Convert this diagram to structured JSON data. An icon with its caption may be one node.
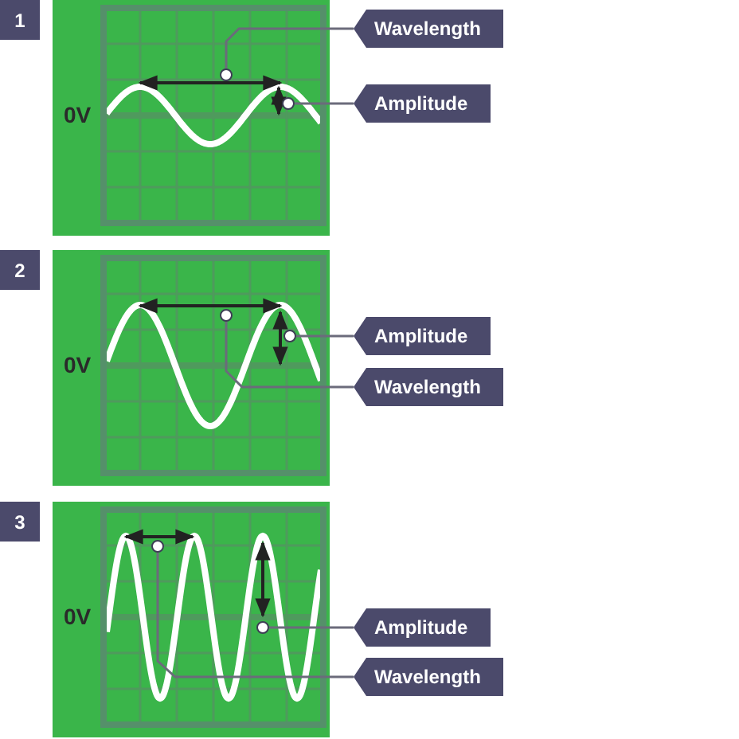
{
  "diagram": {
    "nodes": [
      {
        "text": [
          "1"
        ]
      },
      {
        "text": [
          "0V"
        ]
      },
      {
        "text": [],
        "shape": "circle",
        "in": 1
      },
      {
        "text": [],
        "shape": "circle",
        "in": 1
      },
      {
        "text": [
          "Wavelength"
        ]
      },
      {
        "text": [
          "Amplitude"
        ]
      },
      {
        "text": [
          "2"
        ]
      },
      {
        "text": [
          "0V"
        ]
      },
      {
        "text": [],
        "shape": "circle",
        "in": 7
      },
      {
        "text": [],
        "shape": "circle",
        "in": 7
      },
      {
        "text": [
          "Amplitude"
        ]
      },
      {
        "text": [
          "Wavelength"
        ]
      },
      {
        "text": [
          "3"
        ]
      },
      {
        "text": [
          "0V"
        ]
      },
      {
        "text": [],
        "shape": "circle",
        "in": 13
      },
      {
        "text": [],
        "shape": "circle",
        "in": 13
      },
      {
        "text": [
          "Amplitude"
        ]
      },
      {
        "text": [
          "Wavelength"
        ]
      }
    ],
    "edges": [
      {
        "from": 4,
        "to": 2,
        "arrow": "none"
      },
      {
        "from": 5,
        "to": 3,
        "arrow": "none"
      },
      {
        "from": 10,
        "to": 9,
        "arrow": "none"
      },
      {
        "from": 11,
        "to": 8,
        "arrow": "none"
      },
      {
        "from": 16,
        "to": 15,
        "arrow": "none"
      },
      {
        "from": 17,
        "to": 14,
        "arrow": "none"
      }
    ]
  }
}
